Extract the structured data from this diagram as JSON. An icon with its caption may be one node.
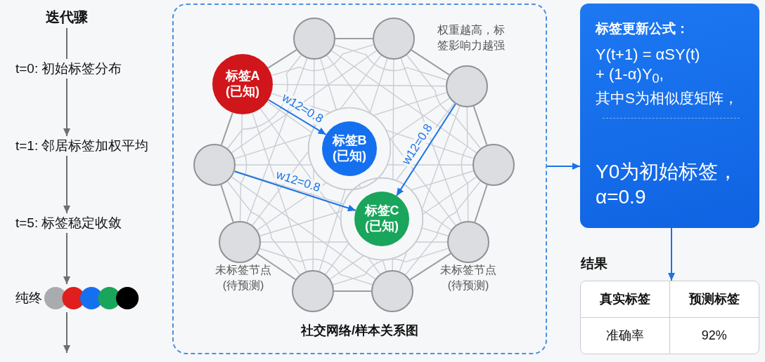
{
  "diagram": {
    "nodes": [
      {
        "text": [
          "迭代骤"
        ]
      },
      {
        "text": [
          "t=0: 初始标签分布"
        ]
      },
      {
        "text": [
          "t=1: 邻居标签加权平均"
        ]
      },
      {
        "text": [
          "t=5: 标签稳定收敛"
        ]
      },
      {
        "text": [
          "纯终"
        ]
      },
      {
        "text": [
          "社交网络/样本关系图"
        ]
      },
      {
        "text": [
          "标签A (已知)"
        ],
        "in": 5
      },
      {
        "text": [],
        "shape": "circle",
        "in": 5
      },
      {
        "text": [],
        "shape": "circle",
        "in": 5
      },
      {
        "text": [],
        "shape": "circle",
        "in": 5
      },
      {
        "text": [],
        "shape": "circle",
        "in": 5
      },
      {
        "text": [],
        "shape": "circle",
        "in": 5
      },
      {
        "text": [],
        "shape": "circle",
        "in": 5
      },
      {
        "text": [],
        "shape": "circle",
        "in": 5
      },
      {
        "text": [],
        "shape": "circle",
        "in": 5
      },
      {
        "text": [],
        "shape": "circle",
        "in": 5
      },
      {
        "text": [
          "标签B (已知)"
        ],
        "in": 5
      },
      {
        "text": [
          "标签C (已知)"
        ],
        "in": 5
      },
      {
        "text": [
          "标签更新公式：",
          "Y(t+1) = αSY(t) + (1-α)Y$_{0}$,",
          "其中S为相似度矩阵，",
          "Y0为初始标签，α=0.9"
        ]
      },
      {
        "text": [
          "结果"
        ]
      }
    ],
    "edges": [
      {
        "from": 0,
        "to": 1,
        "arrow": "none",
        "color": "#6b7075"
      },
      {
        "from": 1,
        "to": 2,
        "arrow": "to",
        "color": "#6b7075"
      },
      {
        "from": 2,
        "to": 3,
        "arrow": "to",
        "color": "#6b7075"
      },
      {
        "from": 3,
        "to": 4,
        "arrow": "to",
        "color": "#6b7075"
      },
      {
        "from": 4,
        "to": null,
        "arrow": "to",
        "color": "#6b7075"
      },
      {
        "from": 5,
        "to": 18,
        "arrow": "to",
        "color": "#1a73e8"
      },
      {
        "from": 18,
        "to": 19,
        "arrow": "to",
        "color": "#1a73e8"
      },
      {
        "from": 6,
        "to": 16,
        "arrow": "to",
        "color": "#1a73e8",
        "label": "w12=0.8"
      },
      {
        "from": 10,
        "to": 17,
        "arrow": "to",
        "color": "#1a73e8",
        "label": "w12=0.8"
      },
      {
        "from": 9,
        "to": 17,
        "arrow": "to",
        "color": "#1a73e8",
        "label": "w12=0.8"
      },
      {
        "from": 6,
        "to": 7,
        "arrow": "none",
        "color": "#9e9e9e"
      },
      {
        "from": 7,
        "to": 8,
        "arrow": "none",
        "color": "#9e9e9e"
      },
      {
        "from": 8,
        "to": 9,
        "arrow": "none",
        "color": "#9e9e9e"
      },
      {
        "from": 9,
        "to": 11,
        "arrow": "none",
        "color": "#9e9e9e"
      },
      {
        "from": 11,
        "to": 13,
        "arrow": "none",
        "color": "#9e9e9e"
      },
      {
        "from": 13,
        "to": 15,
        "arrow": "none",
        "color": "#9e9e9e"
      },
      {
        "from": 15,
        "to": 14,
        "arrow": "none",
        "color": "#9e9e9e"
      },
      {
        "from": 14,
        "to": 12,
        "arrow": "none",
        "color": "#9e9e9e"
      },
      {
        "from": 12,
        "to": 10,
        "arrow": "none",
        "color": "#9e9e9e"
      },
      {
        "from": 10,
        "to": 6,
        "arrow": "none",
        "color": "#9e9e9e"
      },
      {
        "from": 6,
        "to": 8,
        "arrow": "none"
      },
      {
        "from": 6,
        "to": 9,
        "arrow": "none"
      },
      {
        "from": 6,
        "to": 11,
        "arrow": "none"
      },
      {
        "from": 6,
        "to": 13,
        "arrow": "none"
      },
      {
        "from": 6,
        "to": 15,
        "arrow": "none"
      },
      {
        "from": 6,
        "to": 14,
        "arrow": "none"
      },
      {
        "from": 6,
        "to": 12,
        "arrow": "none"
      },
      {
        "from": 7,
        "to": 9,
        "arrow": "none"
      },
      {
        "from": 7,
        "to": 11,
        "arrow": "none"
      },
      {
        "from": 7,
        "to": 13,
        "arrow": "none"
      },
      {
        "from": 7,
        "to": 15,
        "arrow": "none"
      },
      {
        "from": 7,
        "to": 14,
        "arrow": "none"
      },
      {
        "from": 7,
        "to": 12,
        "arrow": "none"
      },
      {
        "from": 7,
        "to": 10,
        "arrow": "none"
      },
      {
        "from": 8,
        "to": 11,
        "arrow": "none"
      },
      {
        "from": 8,
        "to": 13,
        "arrow": "none"
      },
      {
        "from": 8,
        "to": 15,
        "arrow": "none"
      },
      {
        "from": 8,
        "to": 14,
        "arrow": "none"
      },
      {
        "from": 8,
        "to": 12,
        "arrow": "none"
      },
      {
        "from": 8,
        "to": 10,
        "arrow": "none"
      },
      {
        "from": 9,
        "to": 13,
        "arrow": "none"
      },
      {
        "from": 9,
        "to": 15,
        "arrow": "none"
      },
      {
        "from": 9,
        "to": 14,
        "arrow": "none"
      },
      {
        "from": 9,
        "to": 12,
        "arrow": "none"
      },
      {
        "from": 9,
        "to": 10,
        "arrow": "none"
      },
      {
        "from": 11,
        "to": 15,
        "arrow": "none"
      },
      {
        "from": 11,
        "to": 14,
        "arrow": "none"
      },
      {
        "from": 11,
        "to": 12,
        "arrow": "none"
      },
      {
        "from": 11,
        "to": 10,
        "arrow": "none"
      },
      {
        "from": 13,
        "to": 14,
        "arrow": "none"
      },
      {
        "from": 13,
        "to": 12,
        "arrow": "none"
      },
      {
        "from": 13,
        "to": 10,
        "arrow": "none"
      },
      {
        "from": 15,
        "to": 12,
        "arrow": "none"
      },
      {
        "from": 15,
        "to": 10,
        "arrow": "none"
      },
      {
        "from": 14,
        "to": 10,
        "arrow": "none"
      }
    ],
    "labels": [
      "权重越高，标签影响力越强",
      "未标签节点(待预测)",
      "未标签节点(待预测)",
      "真实标签",
      "预测标签",
      "准确率",
      "92%"
    ]
  }
}
